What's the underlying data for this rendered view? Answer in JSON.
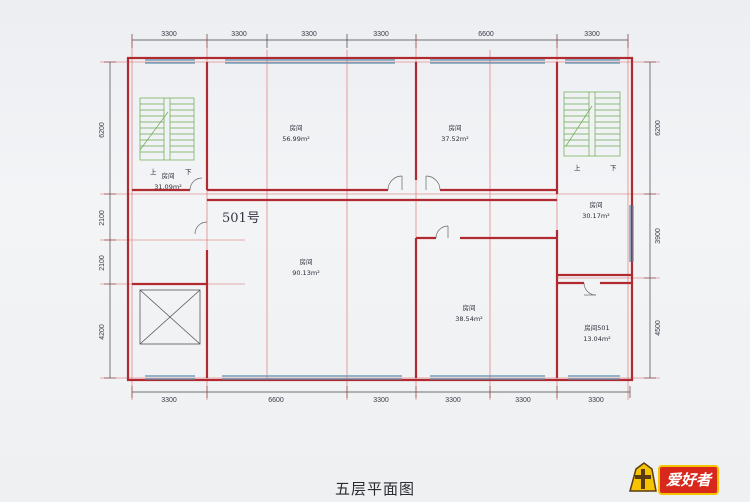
{
  "title": "五层平面图",
  "unit_label": "501号",
  "dims_top": [
    "3300",
    "3300",
    "3300",
    "3300",
    "6600",
    "3300"
  ],
  "dims_bottom": [
    "3300",
    "6600",
    "3300",
    "3300",
    "3300",
    "3300"
  ],
  "dims_left": [
    "6200",
    "2100",
    "2100",
    "4200"
  ],
  "dims_right": [
    "6200",
    "3900",
    "4500"
  ],
  "rooms": [
    {
      "name": "房间",
      "area": "56.99m²"
    },
    {
      "name": "房间",
      "area": "37.52m²"
    },
    {
      "name": "房间",
      "area": "31.09m²"
    },
    {
      "name": "房间",
      "area": "30.17m²"
    },
    {
      "name": "房间",
      "area": "90.13m²"
    },
    {
      "name": "房间",
      "area": "38.54m²"
    },
    {
      "name": "房间501",
      "area": "13.04m²"
    }
  ],
  "stair_labels": {
    "up": "上",
    "down": "下"
  },
  "logo": {
    "text": "爱好者"
  },
  "colors": {
    "wall": "#c8282e",
    "grid": "#d94a4a",
    "window": "#5a8fb0",
    "stair": "#6aa84f",
    "dim_line": "#444"
  }
}
